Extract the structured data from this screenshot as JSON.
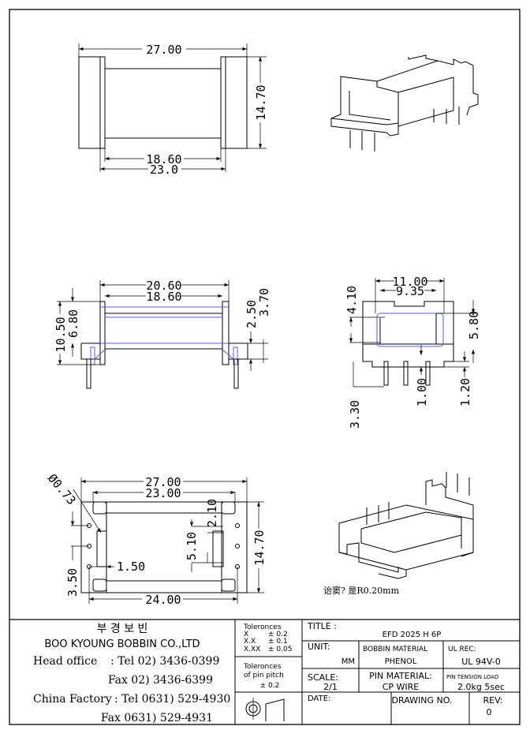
{
  "views": {
    "top_view": {
      "overall_length": "27.00",
      "width": "14.70",
      "inner_length": "18.60",
      "flange_span": "23.0"
    },
    "side_view": {
      "outer_span": "20.60",
      "inner_span": "18.60",
      "height": "10.50",
      "body_height": "6.80",
      "base_height": "2.50",
      "base_to_pin": "3.70"
    },
    "end_view": {
      "outer_width": "11.00",
      "window_width": "9.35",
      "window_top": "4.10",
      "window_height": "5.80",
      "pin_len": "3.30",
      "pin_dim": "1.00",
      "stand_off": "1.20"
    },
    "bottom_view": {
      "pin_dia": "Ø0.73",
      "overall_length": "27.00",
      "flange_span": "23.00",
      "pin_span": "24.00",
      "width": "14.70",
      "pin_offset": "2.10",
      "pin_pitch": "5.10",
      "edge": "3.50",
      "pad": "1.50"
    },
    "note": "诒窦? 是R0.20mm"
  },
  "title_block": {
    "company_korean": "부 경 보 빈",
    "company": "BOO KYOUNG BOBBIN CO.,LTD",
    "head_office_label": "Head office",
    "head_tel": ": Tel  02) 3436-0399",
    "head_fax": "Fax  02) 3436-6399",
    "china_label": "China Factory",
    "china_tel": ": Tel 0631) 529-4930",
    "china_fax": "Fax 0631) 529-4931",
    "tolerances": {
      "title": "Toleronces",
      "rows": [
        [
          "X",
          "± 0.2"
        ],
        [
          "X.X",
          "± 0.1"
        ],
        [
          "X.XX",
          "± 0.05"
        ]
      ]
    },
    "pin_tolerance": {
      "line1": "Toleronces",
      "line2": "of pin pitch",
      "value": "± 0.2"
    },
    "title_label": "TITLE :",
    "title_value": "EFD 2025 H 6P",
    "unit_label": "UNIT:",
    "unit_value": "MM",
    "bobbin_material_label": "BOBBIN MATERIAL",
    "bobbin_material_value": "PHENOL",
    "ul_label": "UL REC:",
    "ul_value": "UL 94V-0",
    "scale_label": "SCALE:",
    "scale_value": "2/1",
    "pin_material_label": "PIN MATERIAL:",
    "pin_material_value": "CP WIRE",
    "pin_tension_label": "PIN TENSION LOAD",
    "pin_tension_value": "2.0kg 5sec",
    "date_label": "DATE:",
    "drawing_no_label": "DRAWING NO.",
    "rev_label": "REV:",
    "rev_value": "0"
  }
}
